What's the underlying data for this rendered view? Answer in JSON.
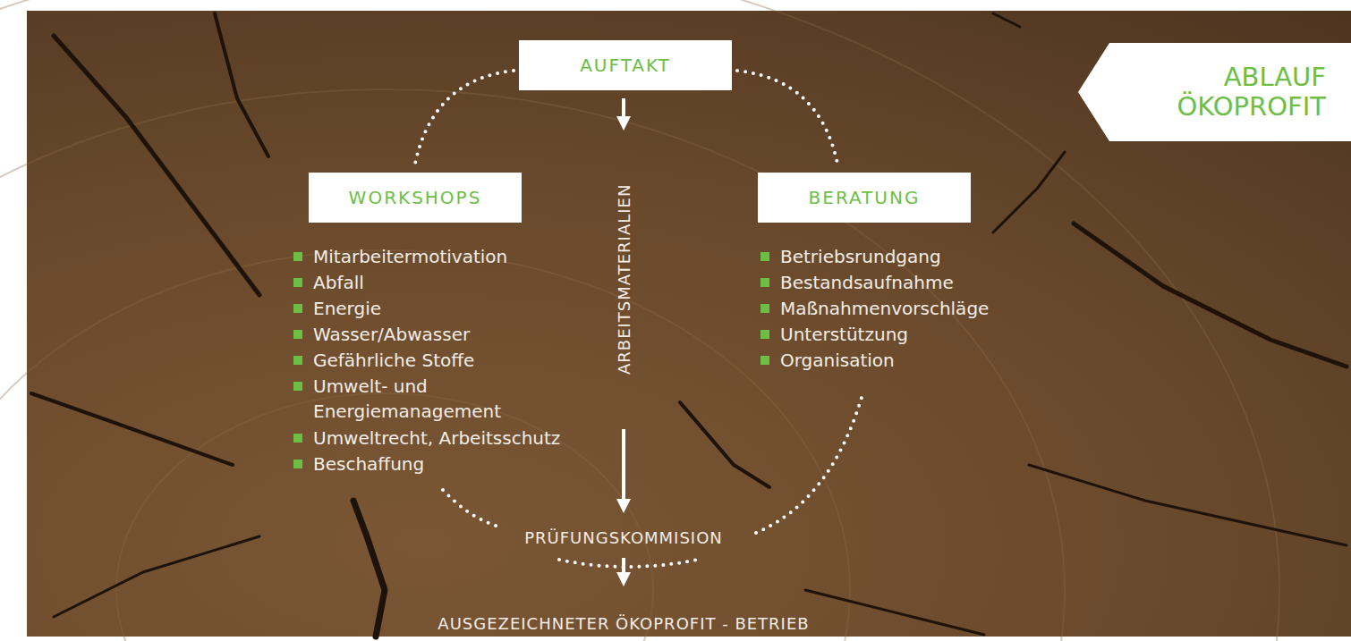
{
  "diagram": {
    "title": "ABLAUF ÖKOPROFIT",
    "nodes": [
      {
        "text": [
          "AUFTAKT"
        ]
      },
      {
        "text": [
          "WORKSHOPS"
        ]
      },
      {
        "text": [
          "BERATUNG"
        ]
      }
    ],
    "edges": [
      {
        "from": 0,
        "to": 1,
        "arrow": "none"
      },
      {
        "from": 0,
        "to": 2,
        "arrow": "none"
      }
    ],
    "labels": [
      "Mitarbeitermotivation",
      "Abfall",
      "Energie",
      "Wasser/Abwasser",
      "Gefährliche Stoffe",
      "Umwelt- und Energiemanagement",
      "Umweltrecht, Arbeitsschutz",
      "Beschaffung",
      "Betriebsrundgang",
      "Bestandsaufnahme",
      "Maßnahmenvorschläge",
      "Unterstützung",
      "Organisation",
      "ARBEITSMATERIALIEN",
      "PRÜFUNGSKOMMISION",
      "AUSGEZEICHNETER ÖKOPROFIT - BETRIEB"
    ]
  }
}
